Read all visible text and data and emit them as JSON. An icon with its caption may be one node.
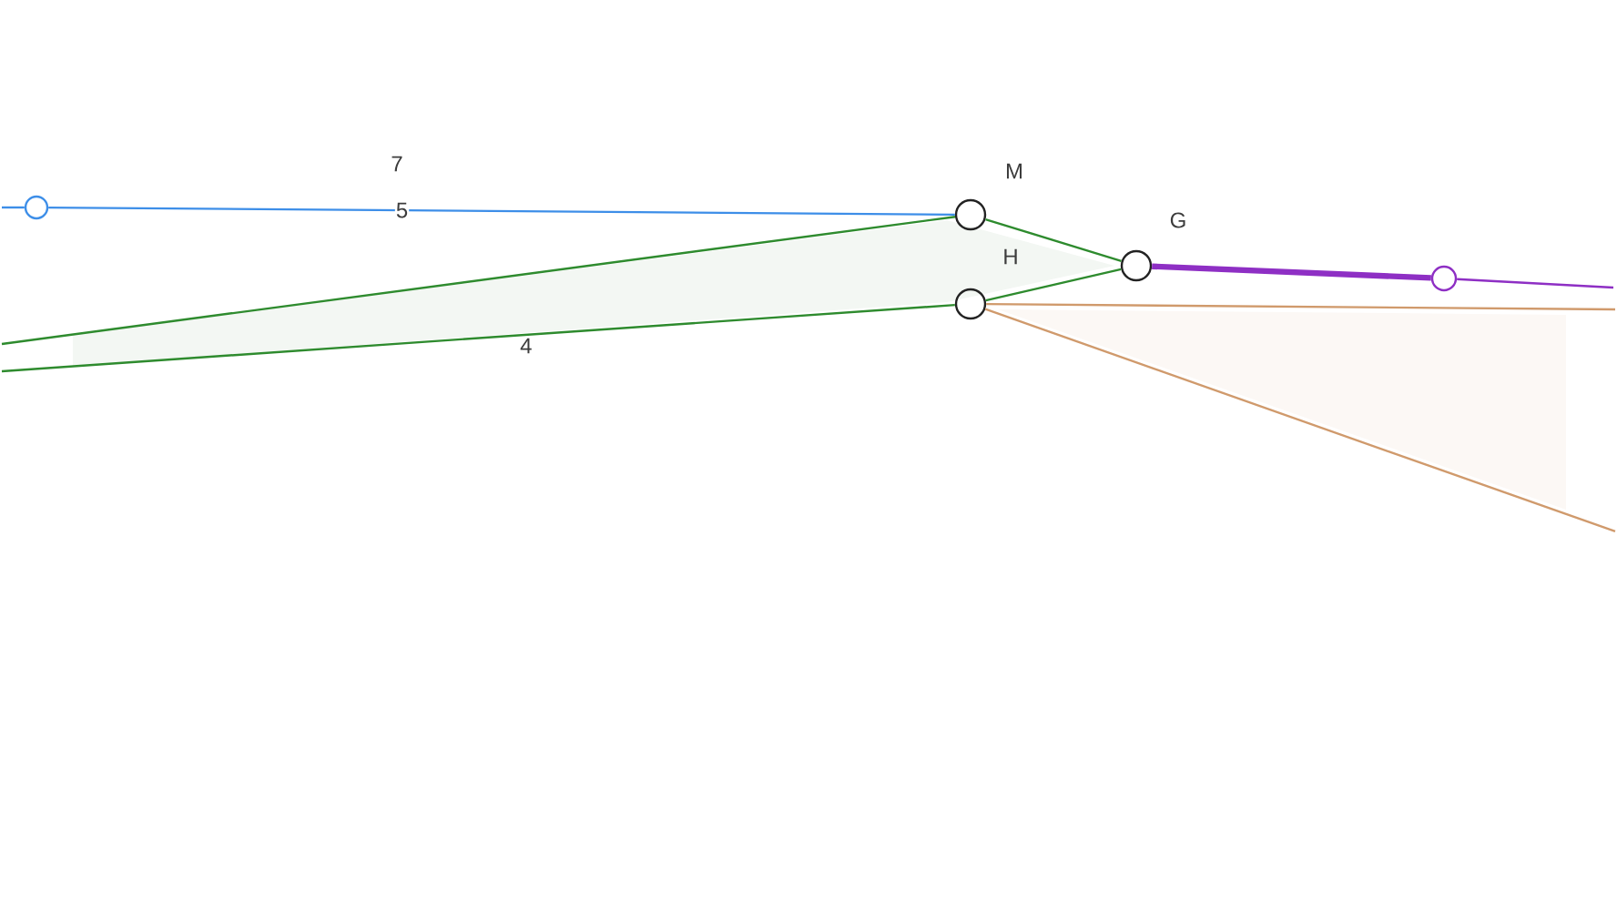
{
  "diagram": {
    "nodes": [
      {
        "text": [],
        "shape": "circle"
      },
      {
        "text": [
          "M"
        ]
      },
      {
        "text": [
          "H"
        ]
      },
      {
        "text": [
          "G"
        ]
      },
      {
        "text": [],
        "shape": "circle"
      }
    ],
    "edges": [
      {
        "from": null,
        "to": 0,
        "arrow": "none",
        "color": "#3d8ee8"
      },
      {
        "from": 0,
        "to": 1,
        "arrow": "none",
        "color": "#3d8ee8",
        "label": "5"
      },
      {
        "from": 1,
        "to": null,
        "arrow": "none"
      },
      {
        "from": 2,
        "to": null,
        "arrow": "none",
        "label": "4"
      },
      {
        "from": 1,
        "to": 3,
        "arrow": "none"
      },
      {
        "from": 2,
        "to": 3,
        "arrow": "none"
      },
      {
        "from": 3,
        "to": 4,
        "arrow": "none",
        "color": "#8e2fc4",
        "style": "thick"
      },
      {
        "from": 4,
        "to": null,
        "arrow": "none",
        "color": "#8e2fc4"
      },
      {
        "from": 2,
        "to": null,
        "arrow": "none",
        "color": "#d09a6c"
      },
      {
        "from": 2,
        "to": null,
        "arrow": "none",
        "color": "#d09a6c"
      }
    ],
    "labels": [
      "7"
    ]
  }
}
